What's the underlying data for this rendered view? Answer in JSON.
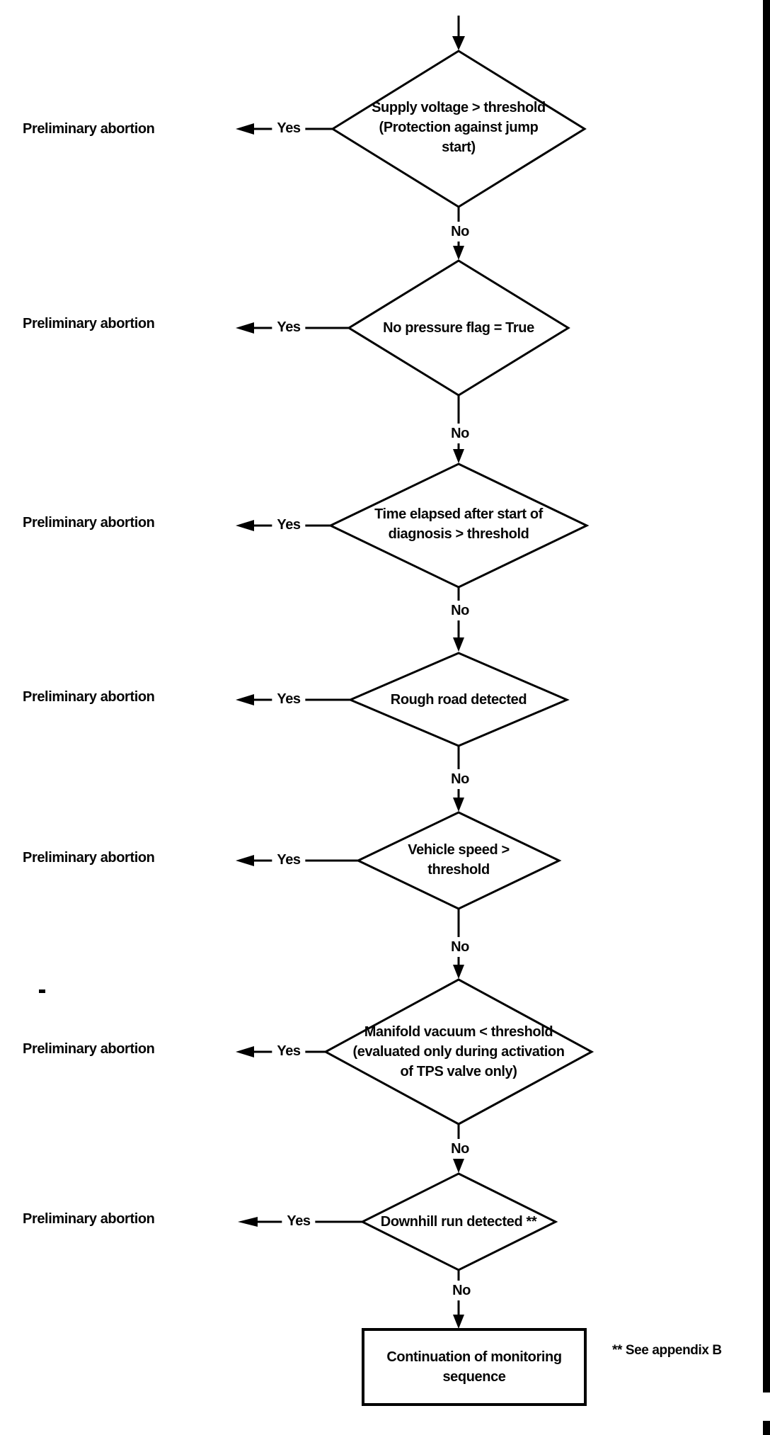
{
  "page": {
    "background": "#ffffff",
    "ink": "#000000"
  },
  "flowchart": {
    "decisions": [
      {
        "condition": "Supply voltage > threshold (Protection against jump start)",
        "lines": [
          "Supply voltage > threshold",
          "(Protection against jump",
          "start)"
        ],
        "yes_label": "Yes",
        "no_label": "No",
        "yes_result": "Preliminary abortion"
      },
      {
        "condition": "No pressure flag = True",
        "lines": [
          "No pressure flag = True"
        ],
        "yes_label": "Yes",
        "no_label": "No",
        "yes_result": "Preliminary abortion"
      },
      {
        "condition": "Time elapsed after start of diagnosis > threshold",
        "lines": [
          "Time elapsed after start of",
          "diagnosis > threshold"
        ],
        "yes_label": "Yes",
        "no_label": "No",
        "yes_result": "Preliminary abortion"
      },
      {
        "condition": "Rough road detected",
        "lines": [
          "Rough road detected"
        ],
        "yes_label": "Yes",
        "no_label": "No",
        "yes_result": "Preliminary abortion"
      },
      {
        "condition": "Vehicle speed > threshold",
        "lines": [
          "Vehicle speed >",
          "threshold"
        ],
        "yes_label": "Yes",
        "no_label": "No",
        "yes_result": "Preliminary abortion"
      },
      {
        "condition": "Manifold vacuum < threshold (evaluated only during activation of TPS valve only)",
        "lines": [
          "Manifold vacuum < threshold",
          "(evaluated only during activation",
          "of TPS valve only)"
        ],
        "yes_label": "Yes",
        "no_label": "No",
        "yes_result": "Preliminary abortion"
      },
      {
        "condition": "Downhill run detected **",
        "lines": [
          "Downhill run detected **"
        ],
        "yes_label": "Yes",
        "no_label": "No",
        "yes_result": "Preliminary abortion"
      }
    ],
    "terminal": {
      "label": "Continuation of monitoring sequence",
      "lines": [
        "Continuation of monitoring",
        "sequence"
      ]
    },
    "footnote": "** See appendix B"
  }
}
